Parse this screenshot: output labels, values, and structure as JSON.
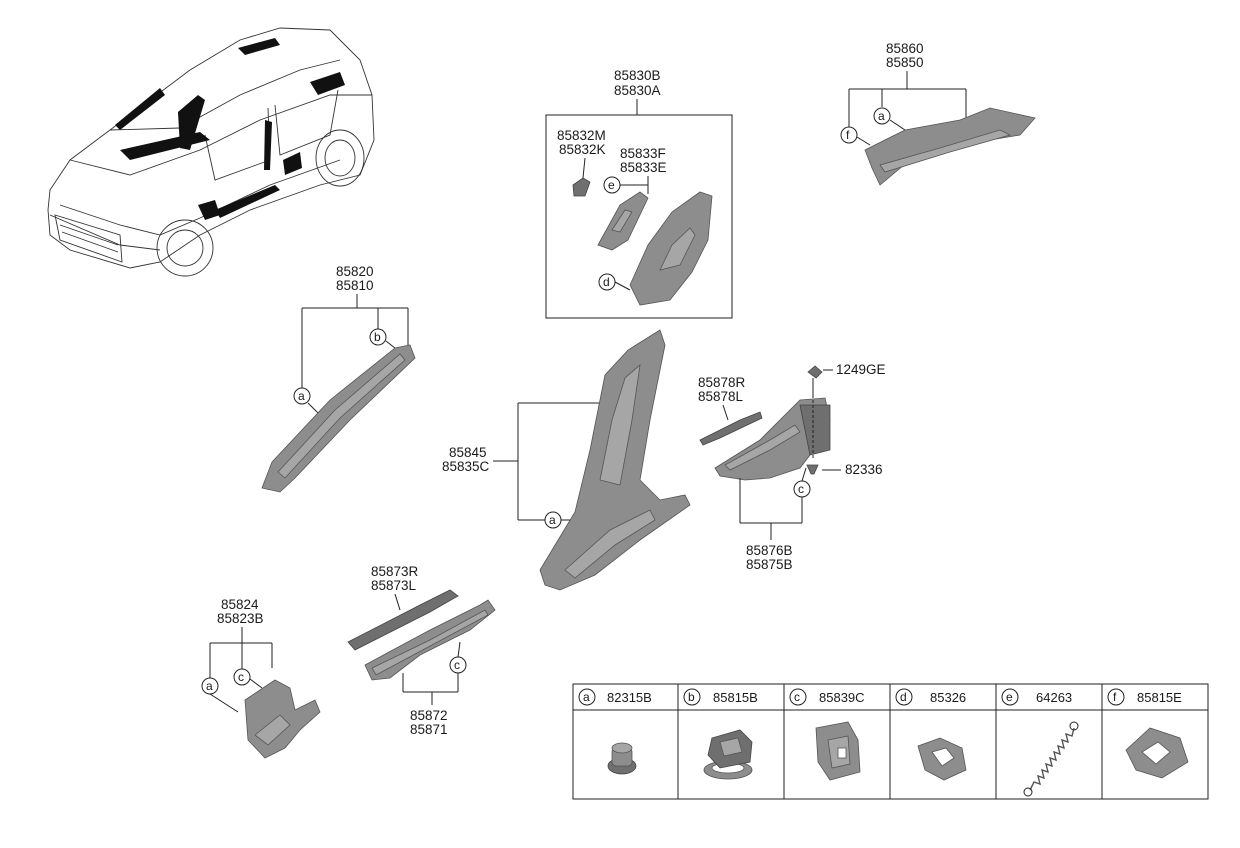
{
  "parts": {
    "p_85830": [
      "85830B",
      "85830A"
    ],
    "p_85832": [
      "85832M",
      "85832K"
    ],
    "p_85833": [
      "85833F",
      "85833E"
    ],
    "p_85860": [
      "85860",
      "85850"
    ],
    "p_85820": [
      "85820",
      "85810"
    ],
    "p_85845": [
      "85845",
      "85835C"
    ],
    "p_85878": [
      "85878R",
      "85878L"
    ],
    "p_1249GE": "1249GE",
    "p_82336": "82336",
    "p_85876": [
      "85876B",
      "85875B"
    ],
    "p_85873": [
      "85873R",
      "85873L"
    ],
    "p_85824": [
      "85824",
      "85823B"
    ],
    "p_85872": [
      "85872",
      "85871"
    ]
  },
  "callout_letters": {
    "a": "a",
    "b": "b",
    "c": "c",
    "d": "d",
    "e": "e",
    "f": "f"
  },
  "legend": [
    {
      "letter": "a",
      "part": "82315B",
      "icon": "clip-push-rivet-icon"
    },
    {
      "letter": "b",
      "part": "85815B",
      "icon": "clip-retainer-icon"
    },
    {
      "letter": "c",
      "part": "85839C",
      "icon": "clip-square-icon"
    },
    {
      "letter": "d",
      "part": "85326",
      "icon": "clip-spring-icon"
    },
    {
      "letter": "e",
      "part": "64263",
      "icon": "coil-spring-icon"
    },
    {
      "letter": "f",
      "part": "85815E",
      "icon": "clip-flat-icon"
    }
  ]
}
